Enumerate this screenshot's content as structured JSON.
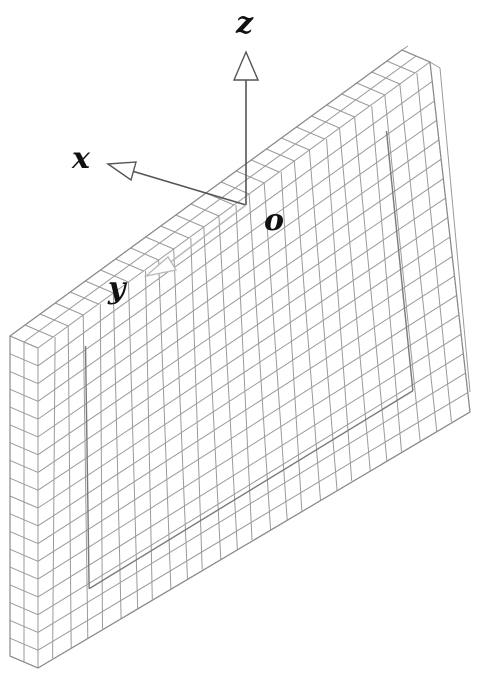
{
  "diagram": {
    "axes": {
      "x_label": "x",
      "y_label": "y",
      "z_label": "z",
      "origin_label": "o"
    },
    "mesh": {
      "columns": 26,
      "rows": 18,
      "depth_cells": 2,
      "line_color": "#9a9a9a"
    },
    "colors": {
      "background": "#ffffff",
      "axis": "#555555",
      "text": "#111111"
    }
  }
}
